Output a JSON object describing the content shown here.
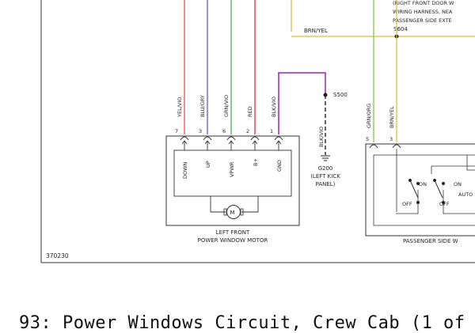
{
  "diagram": {
    "id_label": "370230",
    "top_note": [
      "(RIGHT FRONT DOOR W",
      "WIRING HARNESS, NEA",
      "PASSENGER SIDE EXTE"
    ],
    "top_wire": "BRN/YEL",
    "splice_s604": "S604",
    "splice_s500": "S500",
    "motor_wires": [
      {
        "color_name": "YEL/VIO",
        "pin": "7",
        "terminal": "DOWN",
        "color": "#e8453c"
      },
      {
        "color_name": "BLU/GRY",
        "pin": "3",
        "terminal": "UP",
        "color": "#5a4bd1"
      },
      {
        "color_name": "GRN/VIO",
        "pin": "6",
        "terminal": "VPWR",
        "color": "#3aa84a"
      },
      {
        "color_name": "RED",
        "pin": "2",
        "terminal": "B+",
        "color": "#e02020"
      },
      {
        "color_name": "BLK/VIO",
        "pin": "1",
        "terminal": "GND",
        "color": "#a020c0"
      }
    ],
    "ground_wire": "BLK/VIO",
    "ground_label": [
      "G200",
      "(LEFT KICK",
      "PANEL)"
    ],
    "motor_title": [
      "LEFT FRONT",
      "POWER WINDOW MOTOR"
    ],
    "switch_wires": [
      {
        "color_name": "GRN/ORG",
        "pin": "5",
        "color": "#8cc63f"
      },
      {
        "color_name": "BRN/YEL",
        "pin": "3",
        "color": "#d8c23a"
      }
    ],
    "switch_states": [
      "ON",
      "ON",
      "OFF",
      "OFF",
      "AUTO"
    ],
    "switch_title": "PASSENGER SIDE W"
  },
  "caption": "93: Power Windows Circuit, Crew Cab (1 of"
}
